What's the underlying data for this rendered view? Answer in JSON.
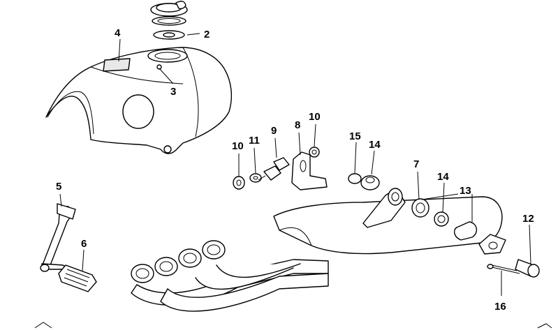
{
  "callouts": [
    {
      "id": "c2",
      "text": "2"
    },
    {
      "id": "c3",
      "text": "3"
    },
    {
      "id": "c4",
      "text": "4"
    },
    {
      "id": "c5",
      "text": "5"
    },
    {
      "id": "c6",
      "text": "6"
    },
    {
      "id": "c7",
      "text": "7"
    },
    {
      "id": "c8",
      "text": "8"
    },
    {
      "id": "c9",
      "text": "9"
    },
    {
      "id": "c10a",
      "text": "10"
    },
    {
      "id": "c10b",
      "text": "10"
    },
    {
      "id": "c11",
      "text": "11"
    },
    {
      "id": "c12",
      "text": "12"
    },
    {
      "id": "c13",
      "text": "13"
    },
    {
      "id": "c14a",
      "text": "14"
    },
    {
      "id": "c14b",
      "text": "14"
    },
    {
      "id": "c15",
      "text": "15"
    },
    {
      "id": "c16",
      "text": "16"
    }
  ],
  "colors": {
    "line": "#000000",
    "background": "#ffffff",
    "shade": "#e8e8e8"
  }
}
